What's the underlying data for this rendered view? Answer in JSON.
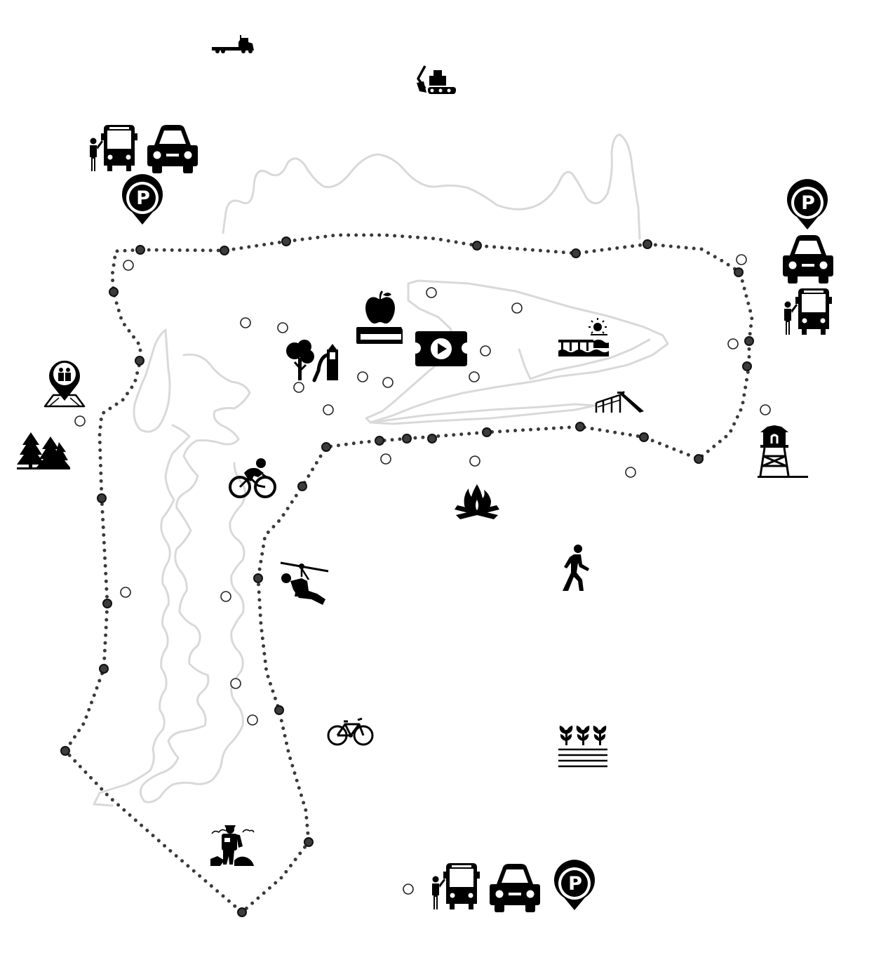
{
  "map": {
    "background_color": "#ffffff",
    "trail_color": "#3a3a3a",
    "contour_color": "#d9d9d9",
    "icon_color": "#000000",
    "parking_label": "P",
    "parking_areas": [
      {
        "name": "parking-northwest",
        "icons": [
          "bus-stop-icon",
          "car-icon",
          "parking-pin-icon"
        ]
      },
      {
        "name": "parking-east",
        "icons": [
          "parking-pin-icon",
          "car-icon",
          "bus-stop-icon"
        ]
      },
      {
        "name": "parking-south",
        "icons": [
          "bus-stop-icon",
          "car-icon",
          "parking-pin-icon"
        ]
      }
    ],
    "poi_icons": [
      "truck-icon",
      "excavator-icon",
      "family-meeting-point-icon",
      "forest-icon",
      "education-apple-book-icon",
      "video-ticket-icon",
      "playground-icon",
      "pier-sunrise-icon",
      "slide-ramp-icon",
      "watchtower-icon",
      "cycling-icon",
      "campfire-icon",
      "zipline-icon",
      "walking-icon",
      "bicycle-icon",
      "farm-field-icon",
      "hiker-photographer-icon"
    ]
  }
}
